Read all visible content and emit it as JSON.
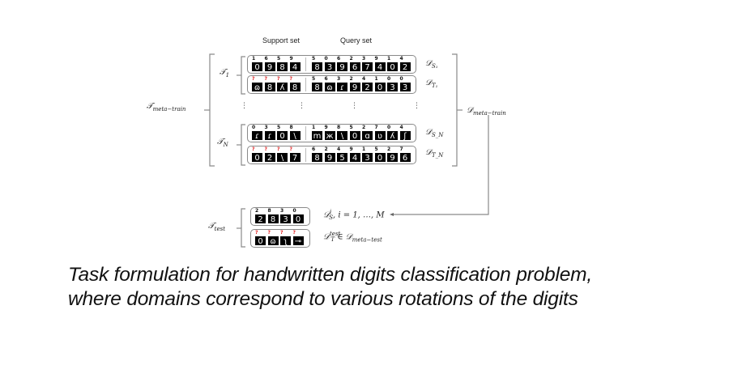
{
  "headers": {
    "support": "Support set",
    "query": "Query set"
  },
  "labels": {
    "t_meta_train": {
      "base": "𝒯",
      "sub": "meta−train"
    },
    "t1": {
      "base": "𝒯",
      "sub": "1"
    },
    "tN": {
      "base": "𝒯",
      "sub": "N"
    },
    "t_test": {
      "base": "𝒯",
      "sub": "test"
    },
    "ds1": {
      "base": "𝒟",
      "sub": "S₁"
    },
    "dt1": {
      "base": "𝒟",
      "sub": "T₁"
    },
    "dsN": {
      "base": "𝒟",
      "sub": "S_N"
    },
    "dtN": {
      "base": "𝒟",
      "sub": "T_N"
    },
    "d_meta_train": {
      "base": "𝒟",
      "sub": "meta−train"
    },
    "ds_test": {
      "base": "𝒟",
      "sub": "S",
      "sup": "i",
      "rest": ", i = 1, …, M"
    },
    "dt_test": {
      "base": "𝒟",
      "sub": "T",
      "sup": "test",
      "rest": " ∈ 𝒟",
      "rest_sub": "meta−test"
    }
  },
  "tasks": [
    {
      "id": "T1",
      "source": {
        "support_labels": [
          "1",
          "6",
          "5",
          "9"
        ],
        "support_digits": [
          "0",
          "9",
          "8",
          "4"
        ],
        "query_labels": [
          "5",
          "0",
          "6",
          "2",
          "3",
          "9",
          "1",
          "4"
        ],
        "query_digits": [
          "8",
          "3",
          "9",
          "6",
          "7",
          "4",
          "0",
          "2"
        ]
      },
      "target": {
        "support_labels": [
          "?",
          "?",
          "?",
          "?"
        ],
        "support_digits": [
          "ɷ",
          "8",
          "ʎ",
          "8"
        ],
        "query_labels": [
          "5",
          "6",
          "3",
          "2",
          "4",
          "1",
          "0",
          "0"
        ],
        "query_digits": [
          "8",
          "ɷ",
          "ɾ",
          "9",
          "2",
          "0",
          "3",
          "3"
        ]
      }
    },
    {
      "id": "TN",
      "source": {
        "support_labels": [
          "0",
          "3",
          "5",
          "8"
        ],
        "support_digits": [
          "ɾ",
          "ɾ",
          "0",
          "\\"
        ],
        "query_labels": [
          "1",
          "9",
          "8",
          "5",
          "2",
          "7",
          "0",
          "4"
        ],
        "query_digits": [
          "m",
          "ж",
          "\\",
          "0",
          "ɑ",
          "ʋ",
          "ʎ",
          "ʃ"
        ]
      },
      "target": {
        "support_labels": [
          "?",
          "?",
          "?",
          "?"
        ],
        "support_digits": [
          "0",
          "2",
          "\\",
          "7"
        ],
        "query_labels": [
          "6",
          "2",
          "4",
          "9",
          "1",
          "5",
          "2",
          "7"
        ],
        "query_digits": [
          "8",
          "9",
          "5",
          "4",
          "3",
          "0",
          "9",
          "6"
        ]
      }
    }
  ],
  "test_task": {
    "source": {
      "support_labels": [
        "2",
        "8",
        "3",
        "0"
      ],
      "support_digits": [
        "2",
        "8",
        "3",
        "0"
      ]
    },
    "target": {
      "support_labels": [
        "?",
        "?",
        "?",
        "?"
      ],
      "support_digits": [
        "0",
        "ɷ",
        "ʅ",
        "⊸"
      ]
    }
  },
  "ellipsis": "⋮",
  "caption": {
    "line1": "Task formulation for handwritten digits classification problem,",
    "line2": "where domains correspond to various rotations of the digits"
  }
}
